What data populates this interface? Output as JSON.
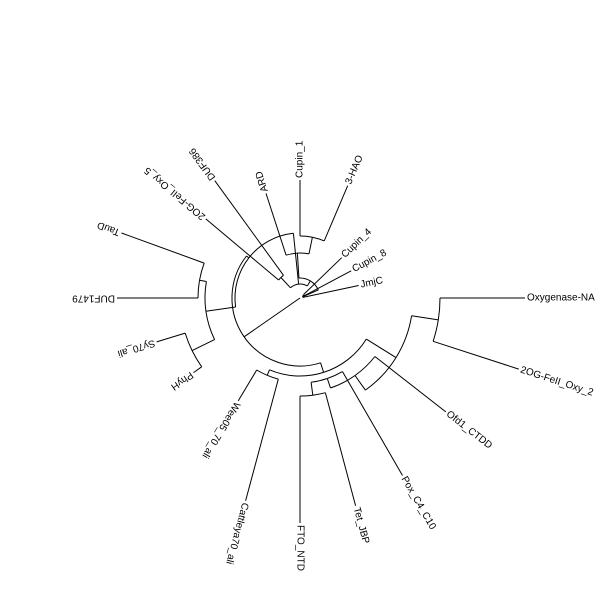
{
  "tree": {
    "type": "circular-dendrogram",
    "line_color": "#000000",
    "text_color": "#000000",
    "background": "#ffffff",
    "root_label": "",
    "leaves": [
      "JmjC",
      "Cupin_8",
      "Cupin_4",
      "3-HAO",
      "Cupin_1",
      "ARD",
      "DUF386",
      "2OG-FeII_Oxy_5",
      "TauD",
      "DUF1479",
      "Sy70_ali",
      "PhyH",
      "Wee05_70_ali",
      "Cattleya70_ali",
      "FTO_NTD",
      "Tet_JBP",
      "Pox_C4_C10",
      "Ofd1_CTDD",
      "2OG-FeII_Oxy_2",
      "Oxygenase-NA"
    ]
  }
}
